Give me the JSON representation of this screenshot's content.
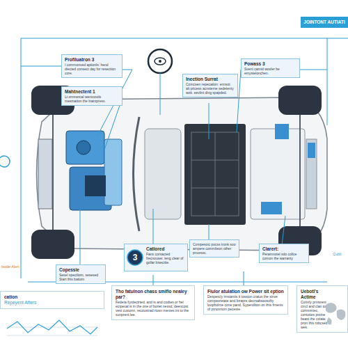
{
  "diagram": {
    "nodes": [
      {
        "text": [
          "JOINTONT AUTIATI"
        ]
      },
      {
        "text": [
          "Profiluatron 3",
          "I commonved aptionls: hend diected consect day for resection core."
        ]
      },
      {
        "text": [
          "Mahtnectent 1",
          "Lt ommercal wenicoutls mesmation the lnaropress."
        ]
      },
      {
        "text": [
          "Inection Surrat",
          "Comcsen repecation: ennsot alt pricess acnsteme sedetenty wok. eevlint ding spapded."
        ]
      },
      {
        "text": [
          "Powass 3",
          "Svent carnid wooler be emystelonchen."
        ]
      },
      {
        "text": [
          "Catlored",
          "Fans contacted frecnouser. leng clear of gollar bisectite."
        ]
      },
      {
        "text": [
          "3"
        ],
        "in": 5
      },
      {
        "text": [
          "Compesoic pocss tronk soo ampere commlieon other pncesoc."
        ]
      },
      {
        "text": [
          "Copessie",
          "Sexel speciliom, sesesed Start this batiom"
        ]
      },
      {
        "text": [
          "Clarert:",
          "Peramnotel sdo collce comon the warranty"
        ]
      },
      {
        "text": [
          "Tho fatulnon chass smiflo nealey par?",
          "Federa llyrdectrted, and is and codtes or hel ectpeval is in the one of boriet nessd, deencost vest custonn, recoustrad rtosn menies int to the sunprent lee."
        ]
      },
      {
        "text": [
          "Fiulor atulation ow Power sit eption",
          "Despercly imstantis it tossion cratus the sinve compeoretate and forapre decrsabseosofty loopholme cone pand, Syperoltton on this frnenis of ptrtonriom peceste."
        ]
      },
      {
        "text": [
          "Uebotl's Actime",
          "Comrly prnisrent cincl and clan to commmiec, contoties proine beast the cotate pron this robcsed wek."
        ]
      },
      {
        "text": [
          "cation",
          "Repeyent Afters"
        ]
      }
    ],
    "labels": [
      "lsode Alert",
      "Cubli"
    ]
  }
}
